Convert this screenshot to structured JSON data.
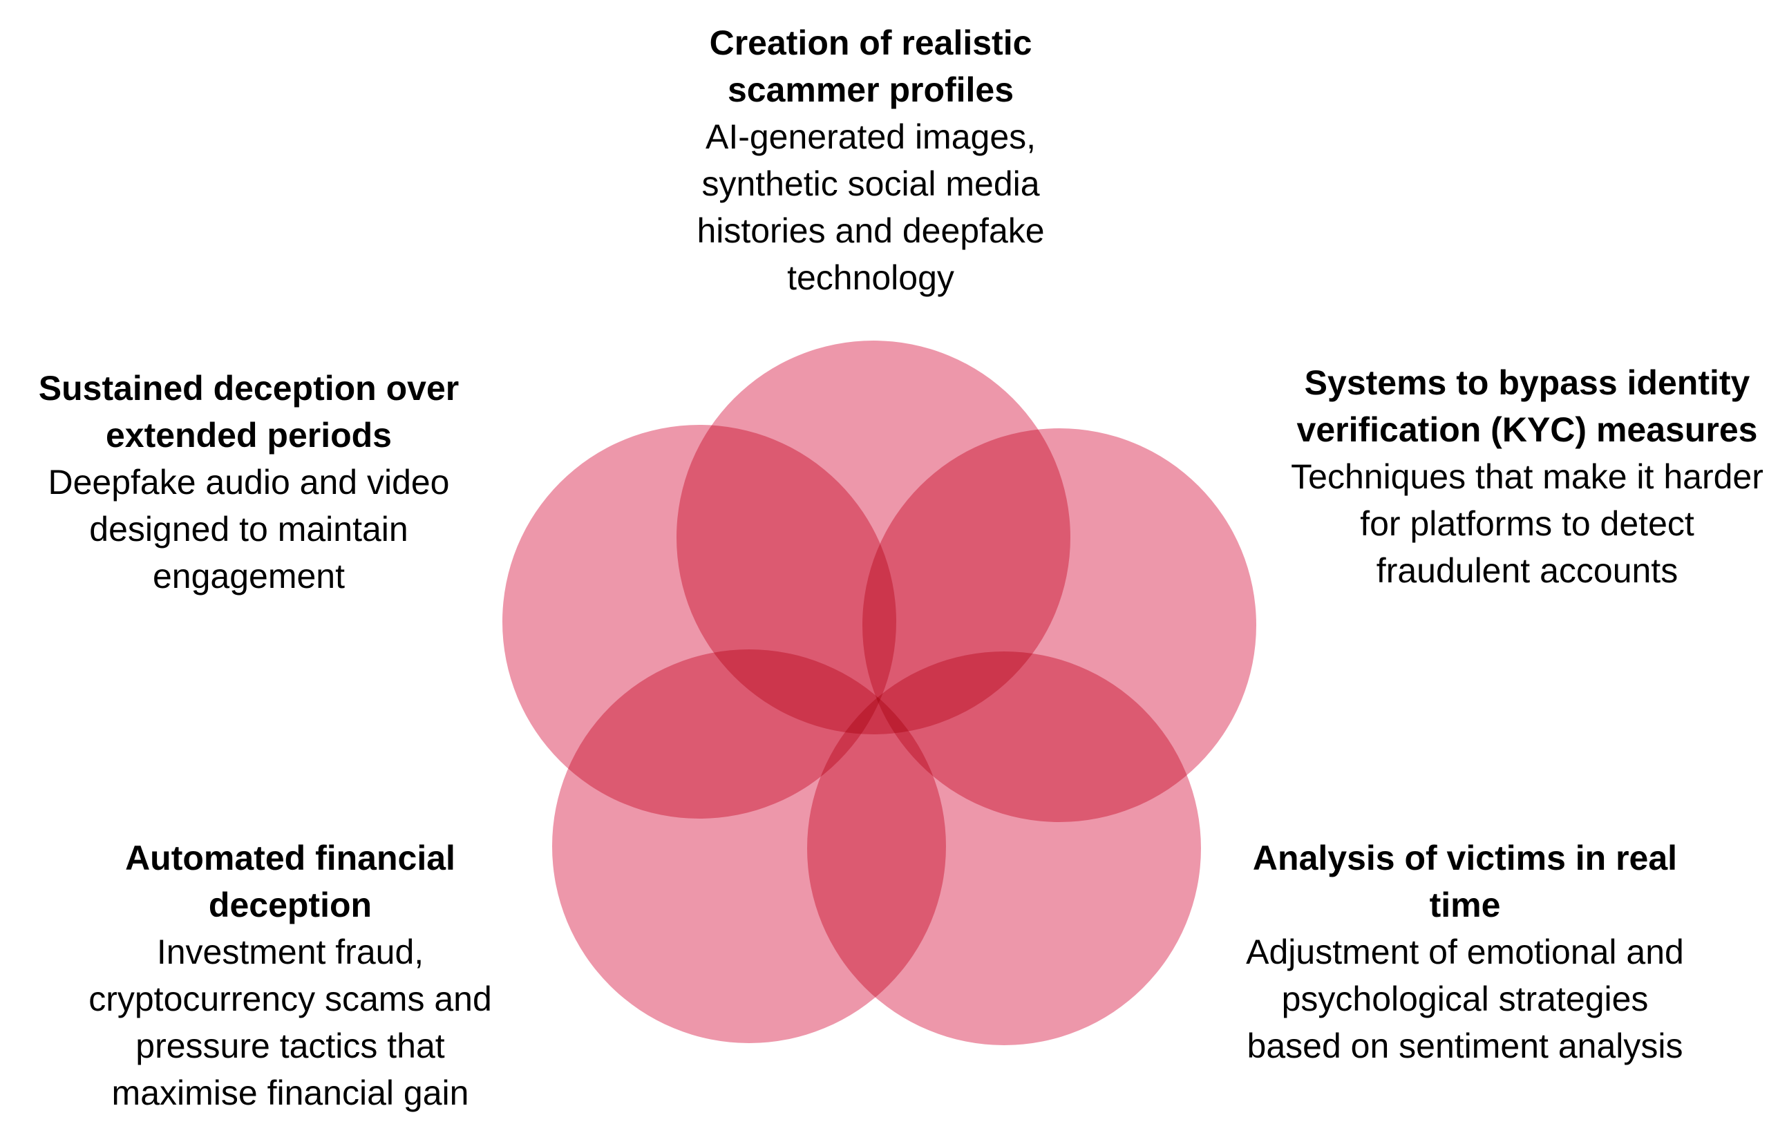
{
  "colors": {
    "petal": "#e35f7c",
    "petal_opacity": 0.65,
    "text": "#000000",
    "background": "#ffffff"
  },
  "petals": [
    {
      "id": "top"
    },
    {
      "id": "upper-left"
    },
    {
      "id": "upper-right"
    },
    {
      "id": "lower-left"
    },
    {
      "id": "lower-right"
    }
  ],
  "labels": {
    "top": {
      "heading": "Creation of realistic scammer profiles",
      "body": "AI-generated images, synthetic social media histories and deepfake technology"
    },
    "upper_left": {
      "heading": "Sustained deception over extended periods",
      "body": "Deepfake audio and video designed to maintain engagement"
    },
    "upper_right": {
      "heading": "Systems to bypass identity verification (KYC) measures",
      "body": "Techniques that make it harder for platforms to detect fraudulent accounts"
    },
    "lower_left": {
      "heading": "Automated financial deception",
      "body": "Investment fraud, cryptocurrency scams and pressure tactics that maximise financial gain"
    },
    "lower_right": {
      "heading": "Analysis of victims in real time",
      "body": "Adjustment of emotional and psychological strategies based on sentiment analysis"
    }
  }
}
